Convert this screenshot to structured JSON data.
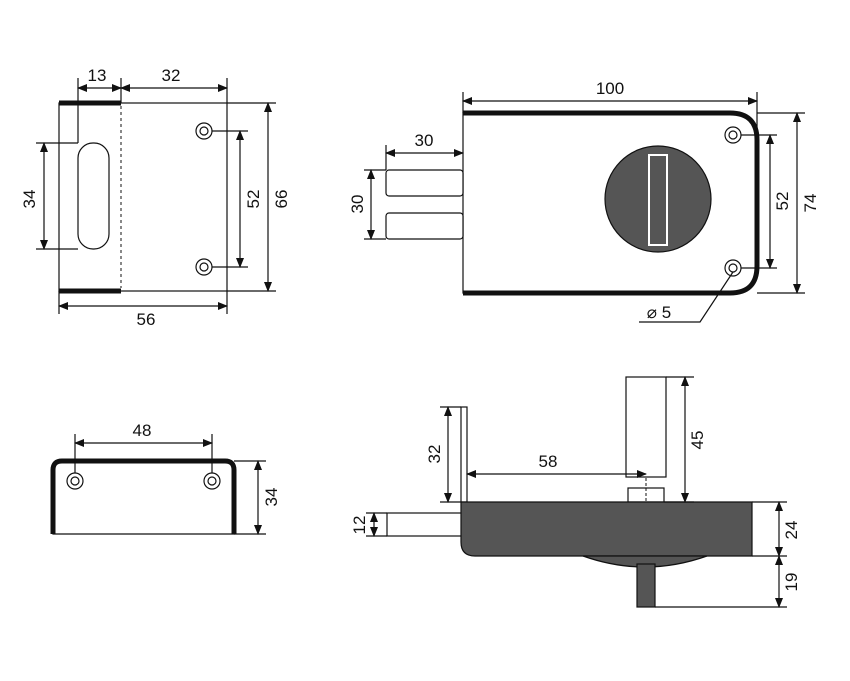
{
  "colors": {
    "line": "#111111",
    "fill_dark": "#555555",
    "background": "#ffffff"
  },
  "front_view": {
    "dim_13": "13",
    "dim_32": "32",
    "dim_34": "34",
    "dim_52": "52",
    "dim_66": "66",
    "dim_56": "56"
  },
  "side_view": {
    "dim_100": "100",
    "dim_30_bolt_length": "30",
    "dim_30_bolt_height": "30",
    "dim_52": "52",
    "dim_74": "74",
    "dim_hole": "⌀ 5"
  },
  "strike_view": {
    "dim_48": "48",
    "dim_34": "34"
  },
  "section_view": {
    "dim_32": "32",
    "dim_58": "58",
    "dim_45": "45",
    "dim_12": "12",
    "dim_24": "24",
    "dim_19": "19"
  }
}
